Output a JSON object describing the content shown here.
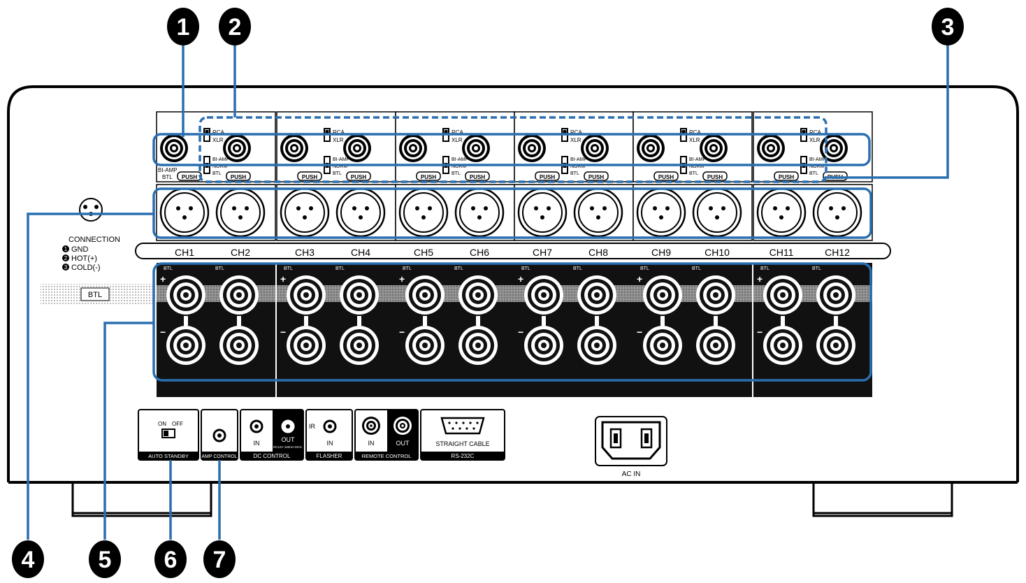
{
  "callouts": [
    "1",
    "2",
    "3",
    "4",
    "5",
    "6",
    "7"
  ],
  "channels": [
    "CH1",
    "CH2",
    "CH3",
    "CH4",
    "CH5",
    "CH6",
    "CH7",
    "CH8",
    "CH9",
    "CH10",
    "CH11",
    "CH12"
  ],
  "switches": {
    "rca": "RCA",
    "xlr": "XLR",
    "biamp": "BI-AMP",
    "norm": "NORM",
    "btl": "BTL",
    "push": "PUSH",
    "side_biamp": "BI-AMP",
    "side_btl": "BTL"
  },
  "speaker_terminals": {
    "btl_minus": "BTL",
    "btl_plus": "BTL",
    "plus": "+",
    "minus": "−"
  },
  "connection_legend": {
    "title": "CONNECTION",
    "items": [
      "GND",
      "HOT(+)",
      "COLD(-)"
    ],
    "numbers": [
      "1",
      "2",
      "3"
    ],
    "btl_box": "BTL"
  },
  "bottom_panel": {
    "auto_standby": {
      "on": "ON",
      "off": "OFF",
      "label": "AUTO STANDBY"
    },
    "amp_control": {
      "label": "AMP CONTROL"
    },
    "dc_control": {
      "in": "IN",
      "out": "OUT",
      "spec": "DC12V 150mA MAX.",
      "label": "DC CONTROL"
    },
    "flasher": {
      "ir": "IR",
      "in": "IN",
      "label": "FLASHER"
    },
    "remote_control": {
      "in": "IN",
      "out": "OUT",
      "label": "REMOTE CONTROL"
    },
    "rs232c": {
      "cable": "STRAIGHT CABLE",
      "label": "RS-232C"
    },
    "ac_in": {
      "label": "AC IN"
    }
  },
  "colors": {
    "callout_line": "#2a6fb1",
    "body": "#000000",
    "panel": "#111111"
  }
}
